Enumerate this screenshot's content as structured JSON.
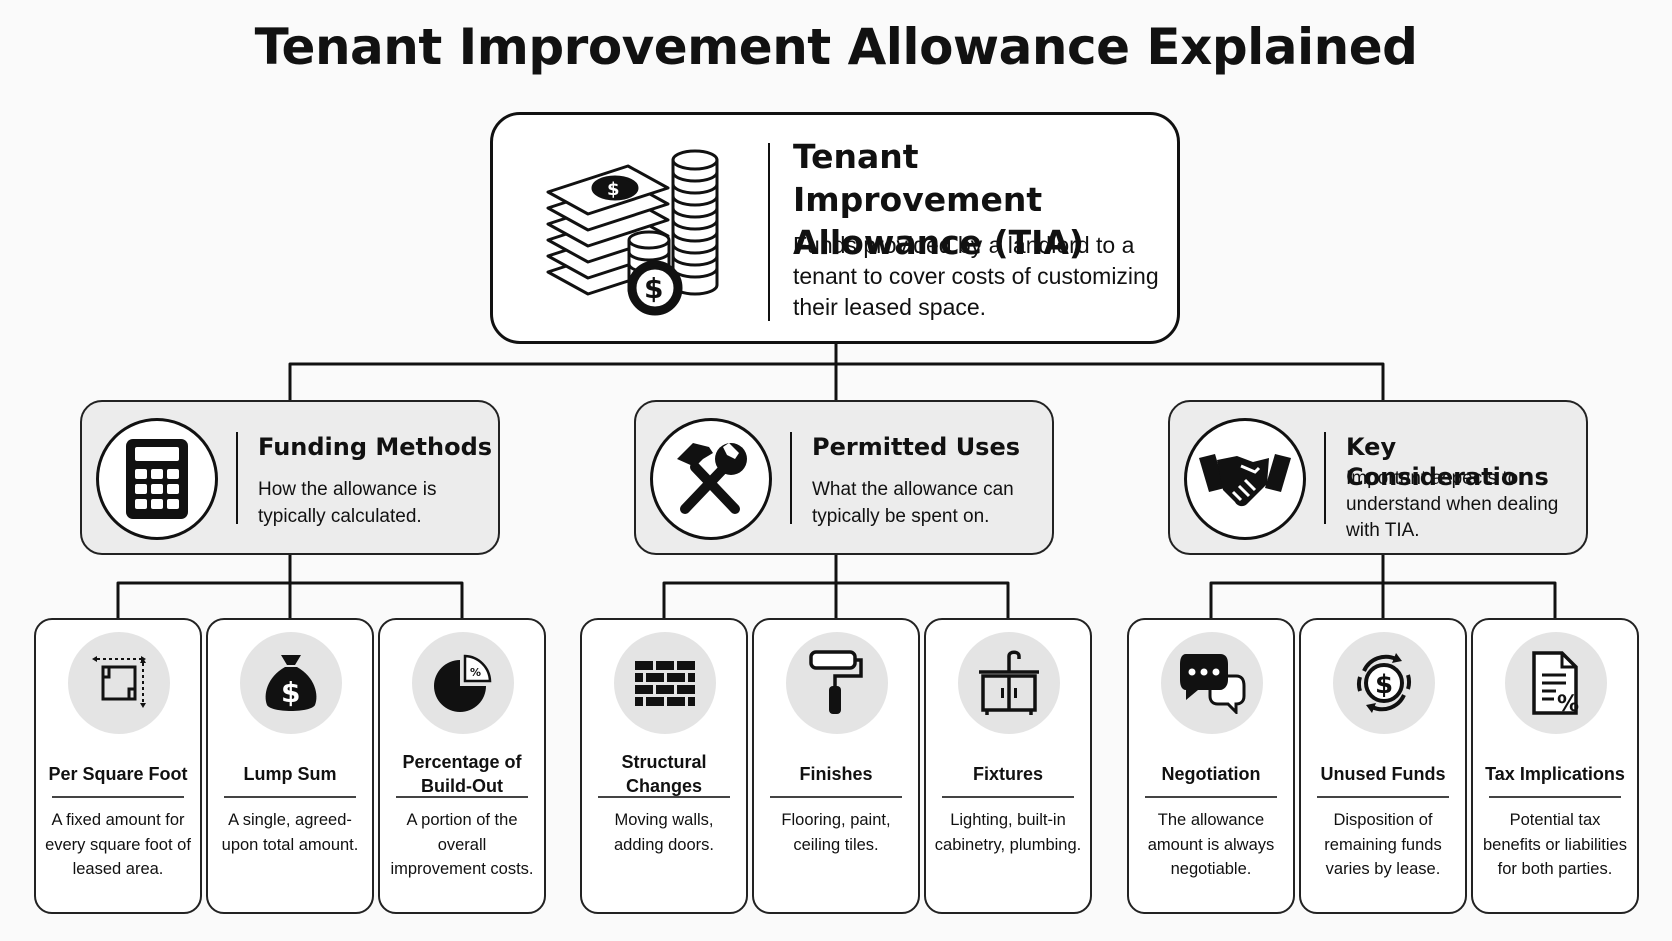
{
  "title": "Tenant Improvement Allowance Explained",
  "root": {
    "title": "Tenant Improvement Allowance (TIA)",
    "description": "Funds provided by a landlord to a tenant to cover costs of customizing their leased space.",
    "icon": "money-stack-coins-icon"
  },
  "categories": [
    {
      "title": "Funding Methods",
      "description": "How the allowance is typically calculated.",
      "icon": "calculator-icon",
      "items": [
        {
          "title": "Per Square Foot",
          "description": "A fixed amount for every square foot of leased area.",
          "icon": "floor-plan-dimension-icon"
        },
        {
          "title": "Lump Sum",
          "description": "A single, agreed-upon total amount.",
          "icon": "money-bag-icon"
        },
        {
          "title": "Percentage of Build-Out",
          "description": "A portion of the overall improvement costs.",
          "icon": "pie-chart-percent-icon"
        }
      ]
    },
    {
      "title": "Permitted Uses",
      "description": "What the allowance can typically be spent on.",
      "icon": "hammer-wrench-icon",
      "items": [
        {
          "title": "Structural Changes",
          "description": "Moving walls, adding doors.",
          "icon": "brick-wall-icon"
        },
        {
          "title": "Finishes",
          "description": "Flooring, paint, ceiling tiles.",
          "icon": "paint-roller-icon"
        },
        {
          "title": "Fixtures",
          "description": "Lighting, built-in cabinetry, plumbing.",
          "icon": "sink-cabinet-icon"
        }
      ]
    },
    {
      "title": "Key Considerations",
      "description": "Important aspects to understand when dealing with TIA.",
      "icon": "handshake-icon",
      "items": [
        {
          "title": "Negotiation",
          "description": "The allowance amount is always negotiable.",
          "icon": "chat-bubbles-icon"
        },
        {
          "title": "Unused Funds",
          "description": "Disposition of remaining funds varies by lease.",
          "icon": "dollar-cycle-icon"
        },
        {
          "title": "Tax Implications",
          "description": "Potential tax benefits or liabilities for both parties.",
          "icon": "tax-document-icon"
        }
      ]
    }
  ]
}
